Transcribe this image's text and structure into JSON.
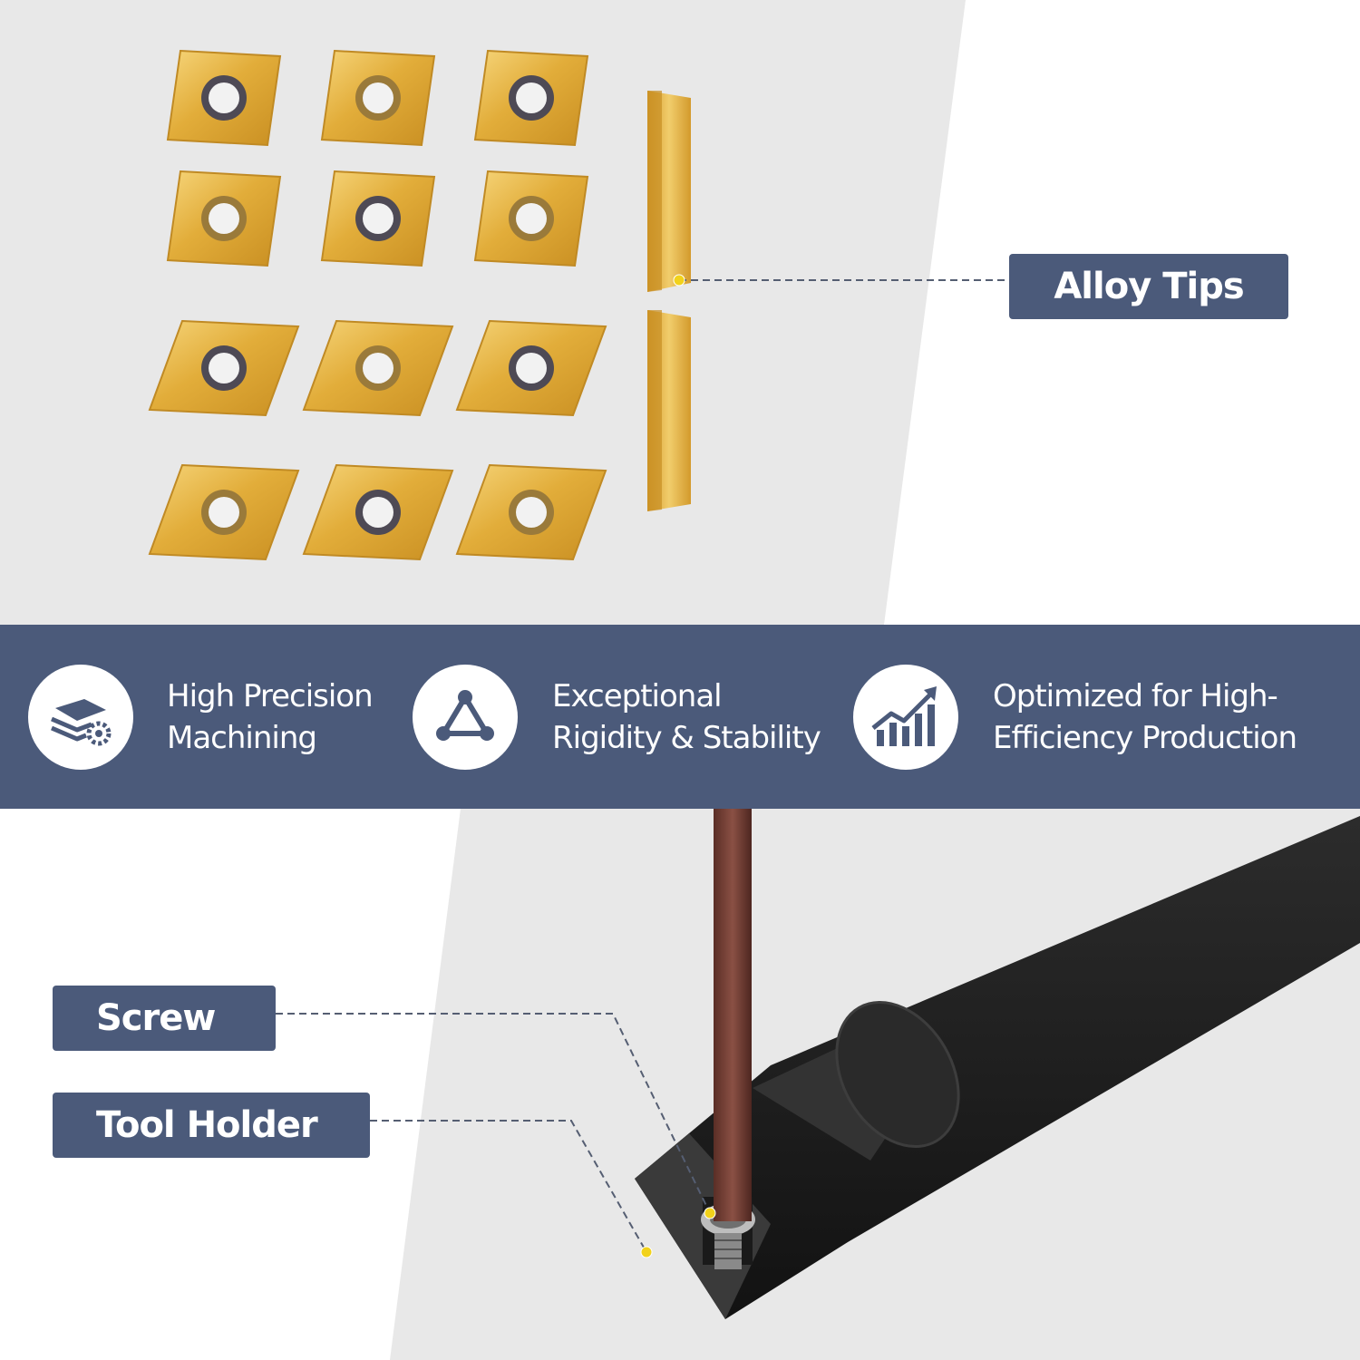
{
  "callouts": {
    "alloy_tips": "Alloy Tips",
    "screw": "Screw",
    "tool_holder": "Tool Holder"
  },
  "features": [
    {
      "icon": "layers-gear-icon",
      "line1": "High Precision",
      "line2": "Machining"
    },
    {
      "icon": "triangle-nodes-icon",
      "line1": "Exceptional",
      "line2": "Rigidity & Stability"
    },
    {
      "icon": "growth-chart-icon",
      "line1": "Optimized for High-",
      "line2": "Efficiency Production"
    }
  ],
  "colors": {
    "band": "#4b5a7a",
    "gold": "#e3b23c",
    "gray_panel": "#e8e8e8",
    "holder": "#1f1f1f",
    "marker": "#f2d21b"
  }
}
